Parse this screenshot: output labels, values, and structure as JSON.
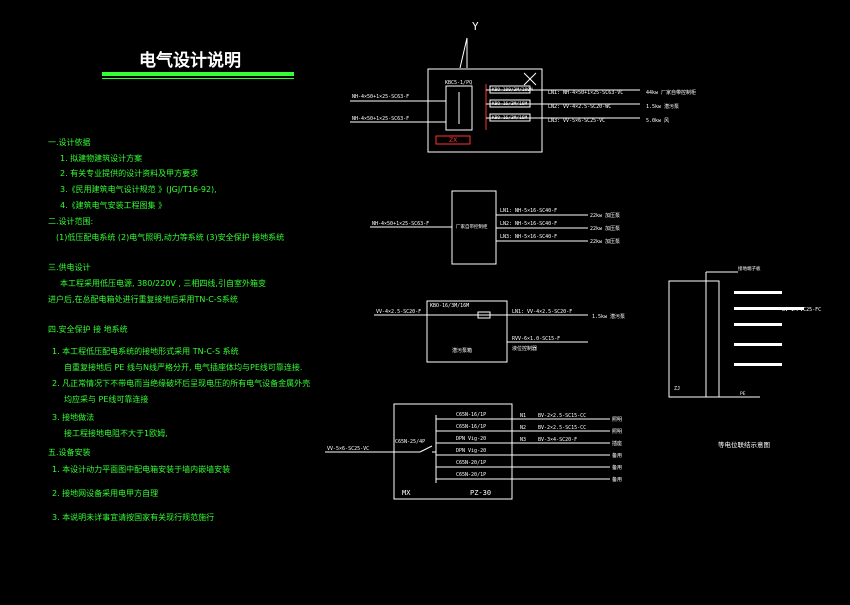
{
  "title": "电气设计说明",
  "notes": [
    "一.设计依据",
    "1. 拟建物建筑设计方案",
    "2. 有关专业提供的设计资料及甲方要求",
    "3.《民用建筑电气设计规范 》(JGJ/T16-92),",
    "4.《建筑电气安装工程图集 》",
    "二.设计范围:",
    "(1)低压配电系统 (2)电气照明,动力等系统 (3)安全保护 接地系统",
    "三.供电设计",
    "本工程采用低压电源, 380/220V , 三相四线,引自室外箱变",
    "进户后,在总配电箱处进行重复接地后采用TN-C-S系统",
    "四.安全保护 接 地系统",
    "1. 本工程低压配电系统的接地形式采用 TN-C-S 系统",
    "自重复接地后 PE 线与N线严格分开, 电气插座体均与PE线可靠连接.",
    "2. 凡正常情况下不带电而当绝缘破坏后呈现电压的所有电气设备金属外壳",
    "均应采与 PE线可靠连接",
    "3. 接地做法",
    "接工程接地电阻不大于1欧姆,",
    "五.设备安装",
    "1. 本设计动力平面图中配电箱安装于墙内嵌墙安装",
    "2. 接地网设备采用电甲方自理",
    "3. 本说明未详事宜请按国家有关现行规范施行"
  ],
  "top_panel": {
    "antenna": "Y",
    "main_breaker": "KBC5-1/PQ",
    "incoming": "NH-4×50+1×25-SC63-F",
    "incoming2": "NH-4×50+1×25-SC63-F",
    "box_label": "ZX",
    "branches": [
      {
        "breaker": "KBO-100/3M/100M",
        "line": "LN1: NH-4×50+1×25-SC63-VC",
        "load": "44kw 厂家自带控制柜"
      },
      {
        "breaker": "KBO-16/3M/16M",
        "line": "LN2: VV-4×2.5-SC20-WC",
        "load": "1.5kw 潜污泵"
      },
      {
        "breaker": "KBO-16/3M/16M",
        "line": "LN3: VV-5×6-SC25-VC",
        "load": "5.0kw 风"
      }
    ]
  },
  "mid_panel": {
    "incoming": "NH-4×50+1×25-SC63-F",
    "box_label": "厂家自带控制柜",
    "branches": [
      {
        "line": "LN1: NH-5×16-SC40-F",
        "load": "22kw 加压泵"
      },
      {
        "line": "LN2: NH-5×16-SC40-F",
        "load": "22kw 加压泵"
      },
      {
        "line": "LN3: NH-5×16-SC40-F",
        "load": "22kw 加压泵"
      }
    ]
  },
  "pump_panel": {
    "incoming": "VV-4×2.5-SC20-F",
    "breaker": "KBO-16/3M/16M",
    "line": "LN1: VV-4×2.5-SC20-F",
    "load": "1.5kw 潜污泵",
    "sensor_line": "RVV-6×1.0-SC15-F",
    "sensor_label": "液位控制器",
    "box_label": "潜污泵箱"
  },
  "bottom_panel": {
    "incoming": "VV-5×6-SC25-VC",
    "main_breaker": "C65N-25/4P",
    "box_label": "MX",
    "box_model": "PZ-30",
    "branches": [
      {
        "breaker": "C65N-16/1P",
        "phase": "N1",
        "line": "BV-2×2.5-SC15-CC",
        "load": "照明"
      },
      {
        "breaker": "C65N-16/1P",
        "phase": "N2",
        "line": "BV-2×2.5-SC15-CC",
        "load": "照明"
      },
      {
        "breaker": "DPN Vig-20",
        "phase": "N3",
        "line": "BV-3×4-SC20-F",
        "load": "插座"
      },
      {
        "breaker": "DPN Vig-20",
        "phase": "",
        "line": "",
        "load": "备用"
      },
      {
        "breaker": "C65N-20/1P",
        "phase": "",
        "line": "",
        "load": "备用"
      },
      {
        "breaker": "C65N-20/1P",
        "phase": "",
        "line": "",
        "load": "备用"
      }
    ]
  },
  "ground_detail": {
    "top_label": "接地端子板",
    "cable": "BV-1×PVC25-FC",
    "bottom_label": "PE",
    "bottom2": "ZJ",
    "caption": "等电位联结示意图"
  }
}
